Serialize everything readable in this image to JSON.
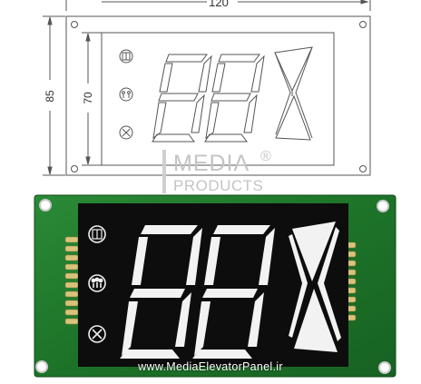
{
  "drawing": {
    "dim_top": "120",
    "dim_left_outer": "85",
    "dim_left_inner": "70",
    "segments_off_color": "#ffffff",
    "line_color": "#555555"
  },
  "watermark": {
    "brand_line1": "MEDIA",
    "brand_line2": "PRODUCTS",
    "registered": "®",
    "color": "#c8c8c8"
  },
  "board": {
    "pcb_color": "#1f7a2c",
    "display_color": "#0d0d0d",
    "segment_color": "#f2f2f2",
    "icons": [
      "elevator-icon",
      "people-icon",
      "tools-icon"
    ],
    "url": "www.MediaElevatorPanel.ir"
  }
}
